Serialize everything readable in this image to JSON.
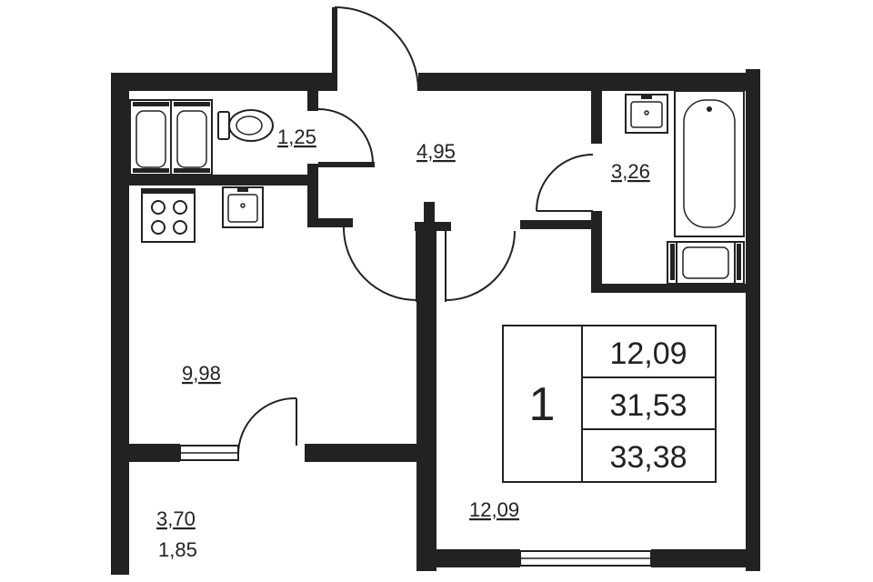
{
  "rooms": {
    "wc": "1,25",
    "hall": "4,95",
    "bathroom": "3,26",
    "kitchen": "9,98",
    "balcony_total": "3,70",
    "balcony_reduced": "1,85",
    "living": "12,09"
  },
  "summary": {
    "rooms_count": "1",
    "living_area": "12,09",
    "total_area": "31,53",
    "total_with_balcony": "33,38"
  },
  "colors": {
    "wall": "#222222",
    "background": "#ffffff"
  }
}
